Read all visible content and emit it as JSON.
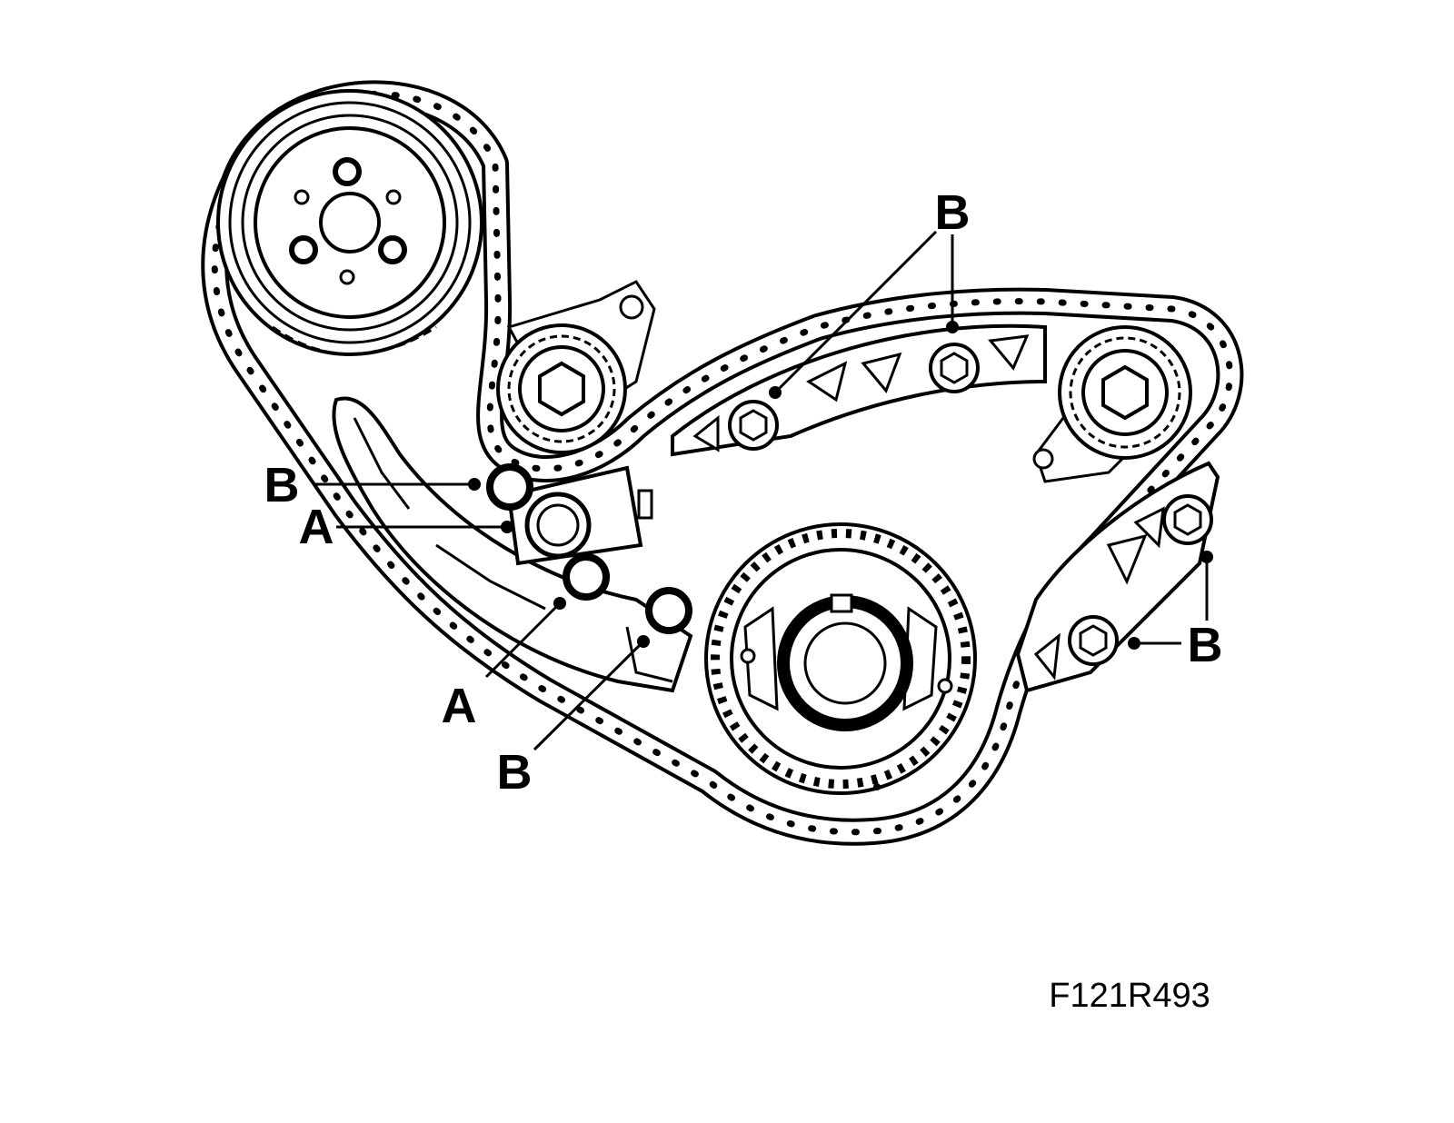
{
  "figure_id": "F121R493",
  "callouts": {
    "a_tensioner_upper": "A",
    "a_tensioner_lower": "A",
    "b_top_guide": "B",
    "b_tensioner_upper": "B",
    "b_lower_guide": "B",
    "b_right_guide": "B"
  }
}
